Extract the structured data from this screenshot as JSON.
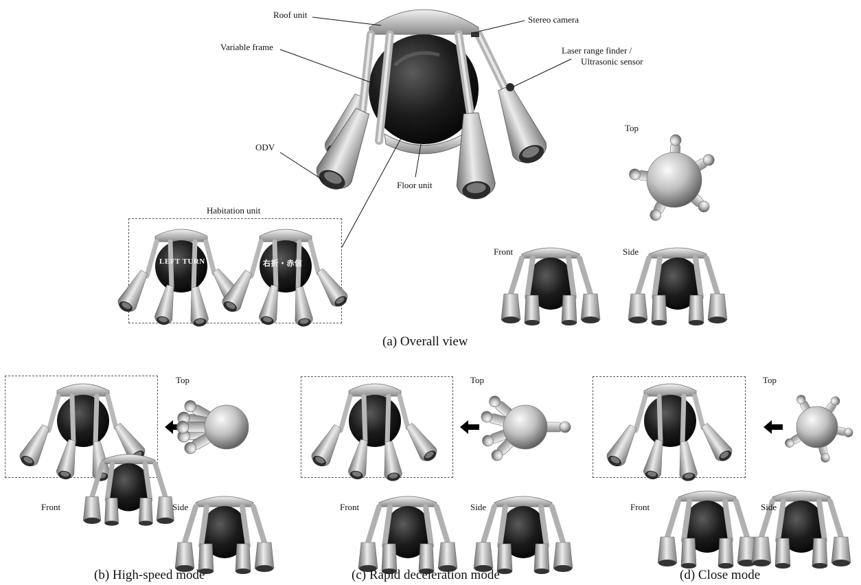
{
  "callouts": {
    "roof_unit": "Roof unit",
    "stereo_camera": "Stereo camera",
    "variable_frame": "Variable frame",
    "laser_line1": "Laser range finder /",
    "laser_line2": "Ultrasonic sensor",
    "odv": "ODV",
    "floor_unit": "Floor unit",
    "habitation_unit": "Habitation unit"
  },
  "habitation_screens": {
    "left": "LEFT TURN",
    "right": "右折・赤信"
  },
  "views": {
    "top": "Top",
    "front": "Front",
    "side": "Side"
  },
  "captions": {
    "a": "(a) Overall view",
    "b": "(b) High-speed mode",
    "c": "(c) Rapid deceleration mode",
    "d": "(d) Close mode"
  },
  "colors": {
    "body_light": "#e6e6e6",
    "body_mid": "#a3a3a3",
    "body_dark": "#5a5a5a",
    "glass": "#141414"
  }
}
